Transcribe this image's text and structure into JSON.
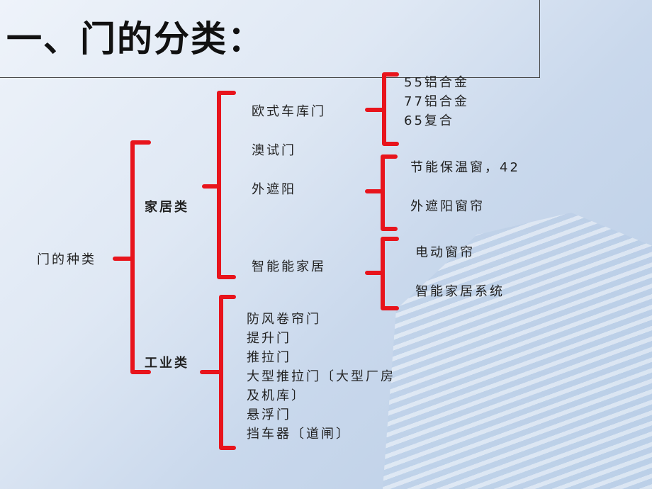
{
  "title": "一、门的分类：",
  "root": "门的种类",
  "home": {
    "label": "家居类",
    "items": [
      "欧式车库门",
      "澳试门",
      "外遮阳",
      "智能能家居"
    ]
  },
  "industrial": {
    "label": "工业类",
    "items": [
      "防风卷帘门",
      "提升门",
      "推拉门",
      "大型推拉门〔大型厂房",
      "及机库〕",
      "悬浮门",
      "挡车器〔道闸〕"
    ]
  },
  "garage_door_sub": [
    "55铝合金",
    "77铝合金",
    "65复合"
  ],
  "sunshade_sub": [
    "节能保温窗，42",
    "外遮阳窗帘"
  ],
  "smart_home_sub": [
    "电动窗帘",
    "智能家居系统"
  ],
  "colors": {
    "bracket": "#e8141c",
    "text": "#222222"
  }
}
